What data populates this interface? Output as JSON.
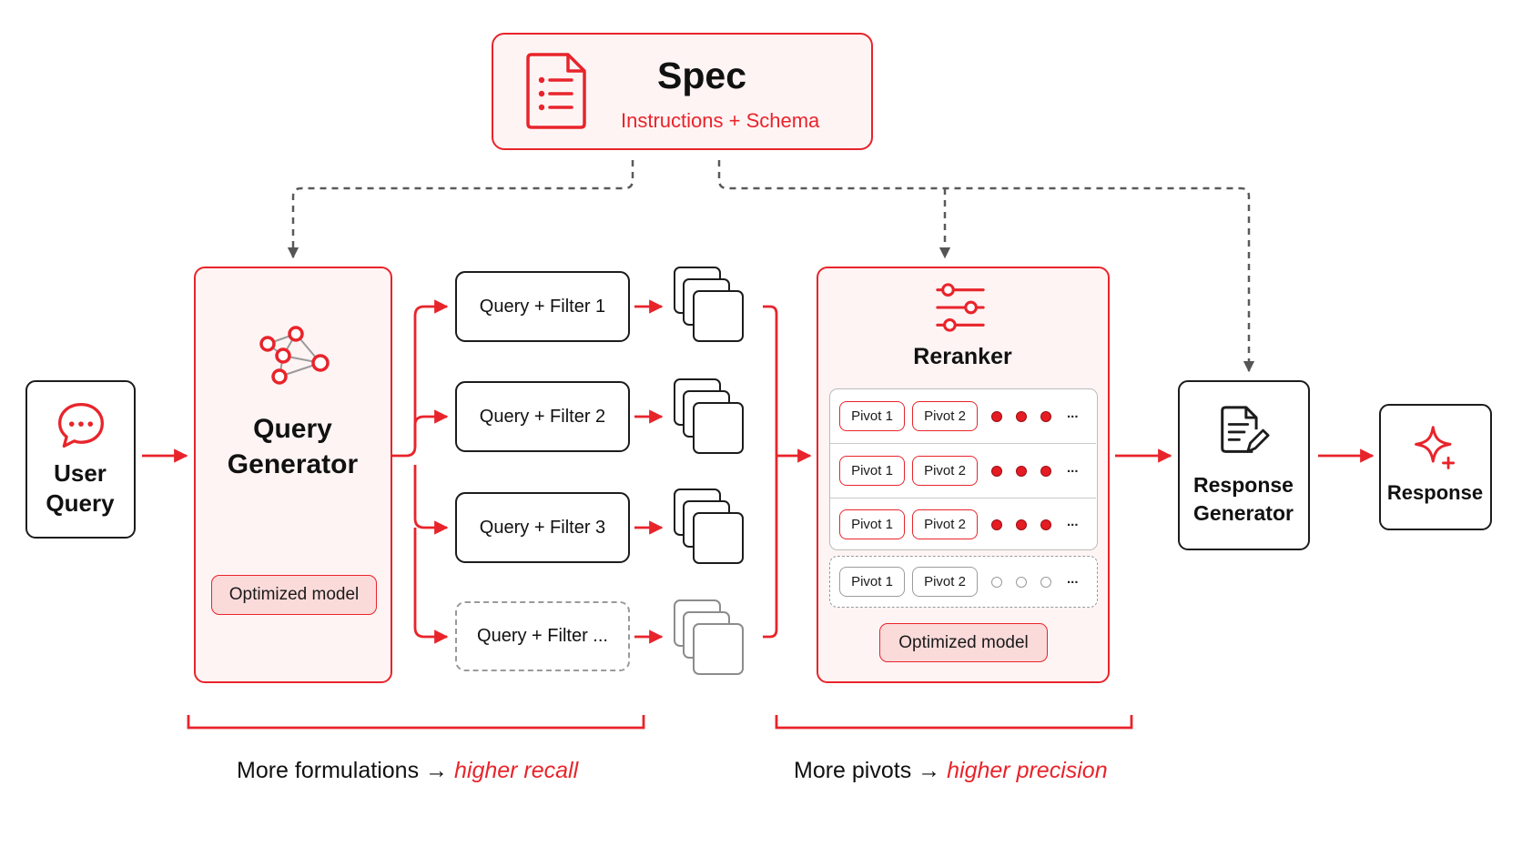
{
  "spec": {
    "title": "Spec",
    "subtitle": "Instructions + Schema"
  },
  "user_query": {
    "line1": "User",
    "line2": "Query"
  },
  "query_generator": {
    "line1": "Query",
    "line2": "Generator",
    "badge": "Optimized model"
  },
  "queries": [
    "Query + Filter 1",
    "Query + Filter 2",
    "Query + Filter 3",
    "Query + Filter ..."
  ],
  "reranker": {
    "title": "Reranker",
    "rows": [
      {
        "pivot1": "Pivot 1",
        "pivot2": "Pivot 2",
        "more": "..."
      },
      {
        "pivot1": "Pivot 1",
        "pivot2": "Pivot 2",
        "more": "..."
      },
      {
        "pivot1": "Pivot 1",
        "pivot2": "Pivot 2",
        "more": "..."
      },
      {
        "pivot1": "Pivot 1",
        "pivot2": "Pivot 2",
        "more": "..."
      }
    ],
    "badge": "Optimized model"
  },
  "response_generator": {
    "line1": "Response",
    "line2": "Generator"
  },
  "response": {
    "label": "Response"
  },
  "captions": {
    "left_prefix": "More formulations →",
    "left_emphasis": "higher recall",
    "right_prefix": "More pivots →",
    "right_emphasis": "higher precision"
  },
  "colors": {
    "accent": "#e8242b",
    "dark": "#1c1c1c",
    "dashed": "#5a5a5a"
  }
}
